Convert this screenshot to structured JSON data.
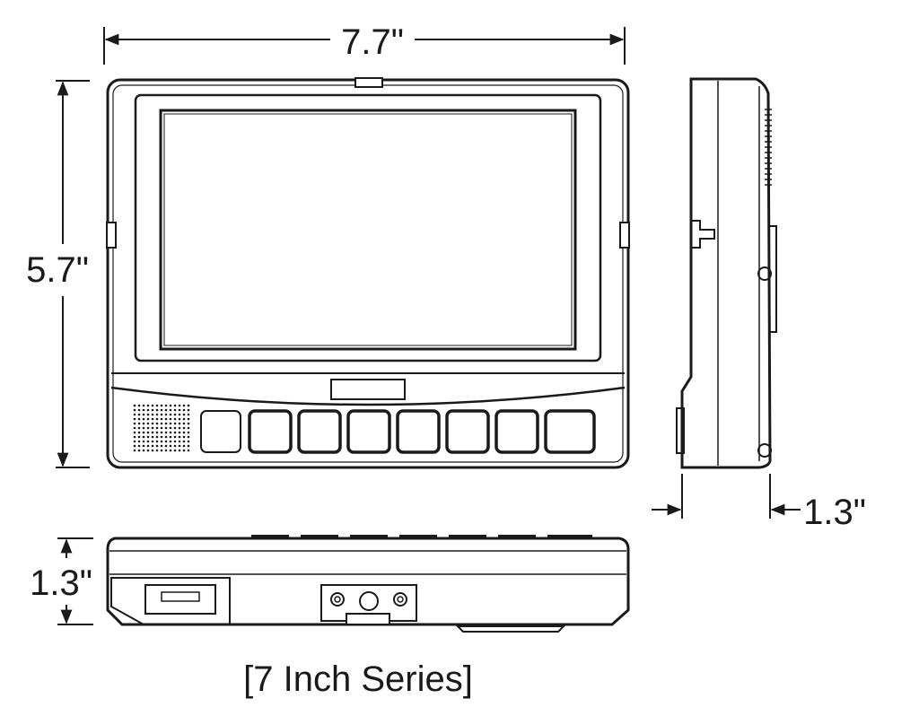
{
  "dimensions": {
    "width": "7.7\"",
    "height": "5.7\"",
    "depth_side": "1.3\"",
    "depth_bottom": "1.3\""
  },
  "caption": "[7 Inch Series]",
  "colors": {
    "line": "#1a1a1a",
    "background": "#ffffff"
  },
  "button_count": 8
}
